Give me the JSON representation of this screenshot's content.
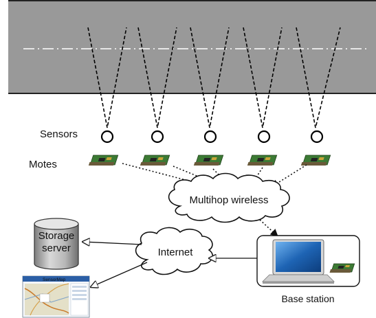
{
  "labels": {
    "sensors": "Sensors",
    "motes": "Motes",
    "multihop": "Multihop wireless",
    "internet": "Internet",
    "storage_line1": "Storage",
    "storage_line2": "server",
    "base_station": "Base station",
    "sensormap_brand": "SensorMap"
  },
  "colors": {
    "road": "#999999",
    "mote_board": "#3c7a34",
    "screen": "#1e64b4"
  },
  "sensor_count": 5
}
